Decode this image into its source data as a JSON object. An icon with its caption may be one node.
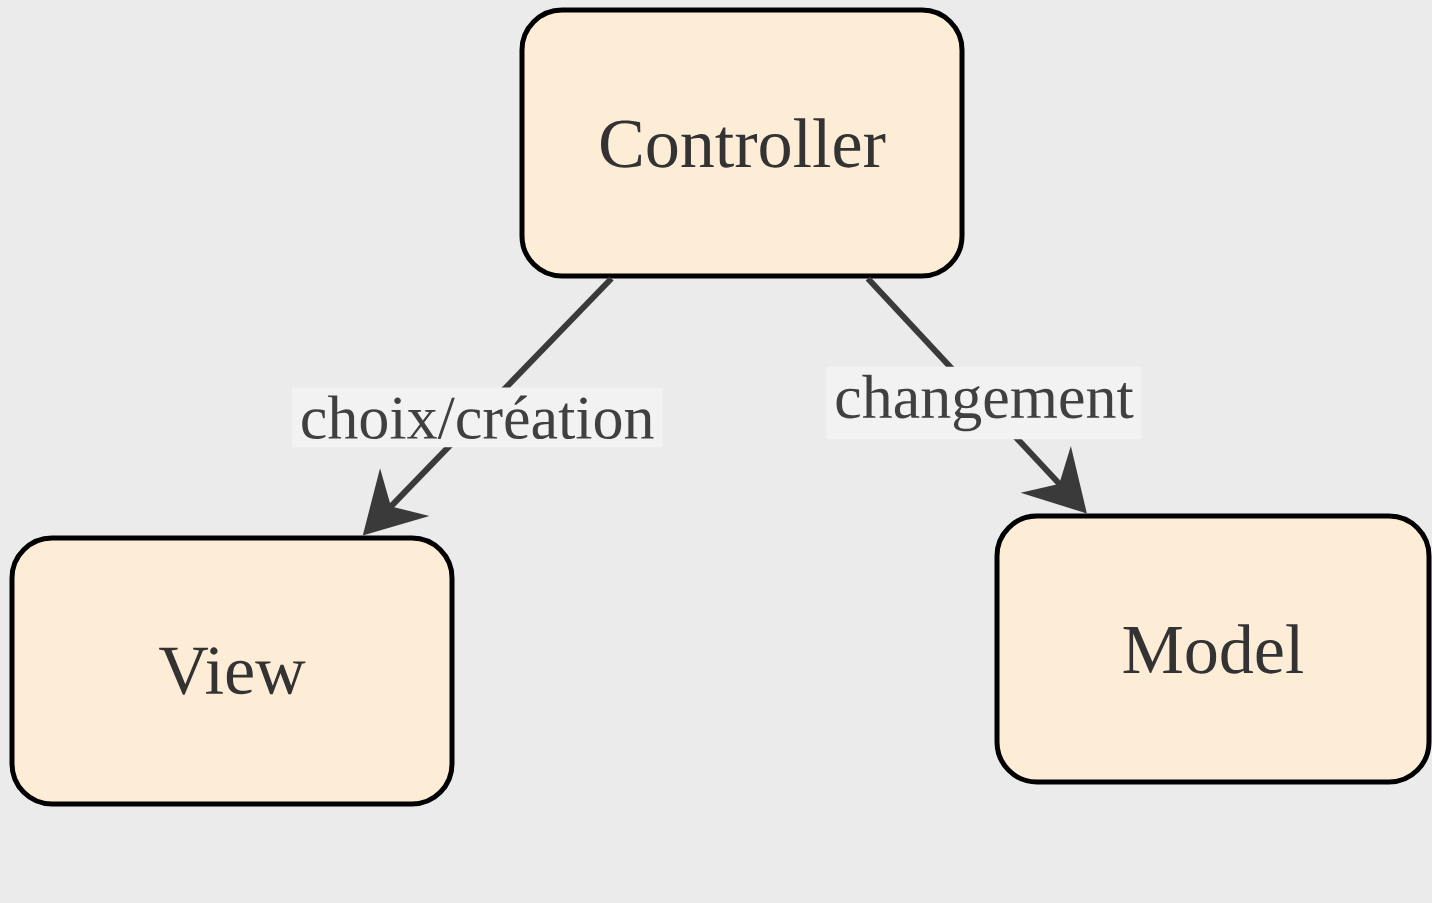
{
  "diagram": {
    "nodes": [
      {
        "text": [
          "Controller"
        ]
      },
      {
        "text": [
          "View"
        ]
      },
      {
        "text": [
          "Model"
        ]
      }
    ],
    "edges": [
      {
        "from": 0,
        "to": 1,
        "arrow": "to",
        "label": "choix/création"
      },
      {
        "from": 0,
        "to": 2,
        "arrow": "to",
        "label": "changement"
      }
    ]
  }
}
